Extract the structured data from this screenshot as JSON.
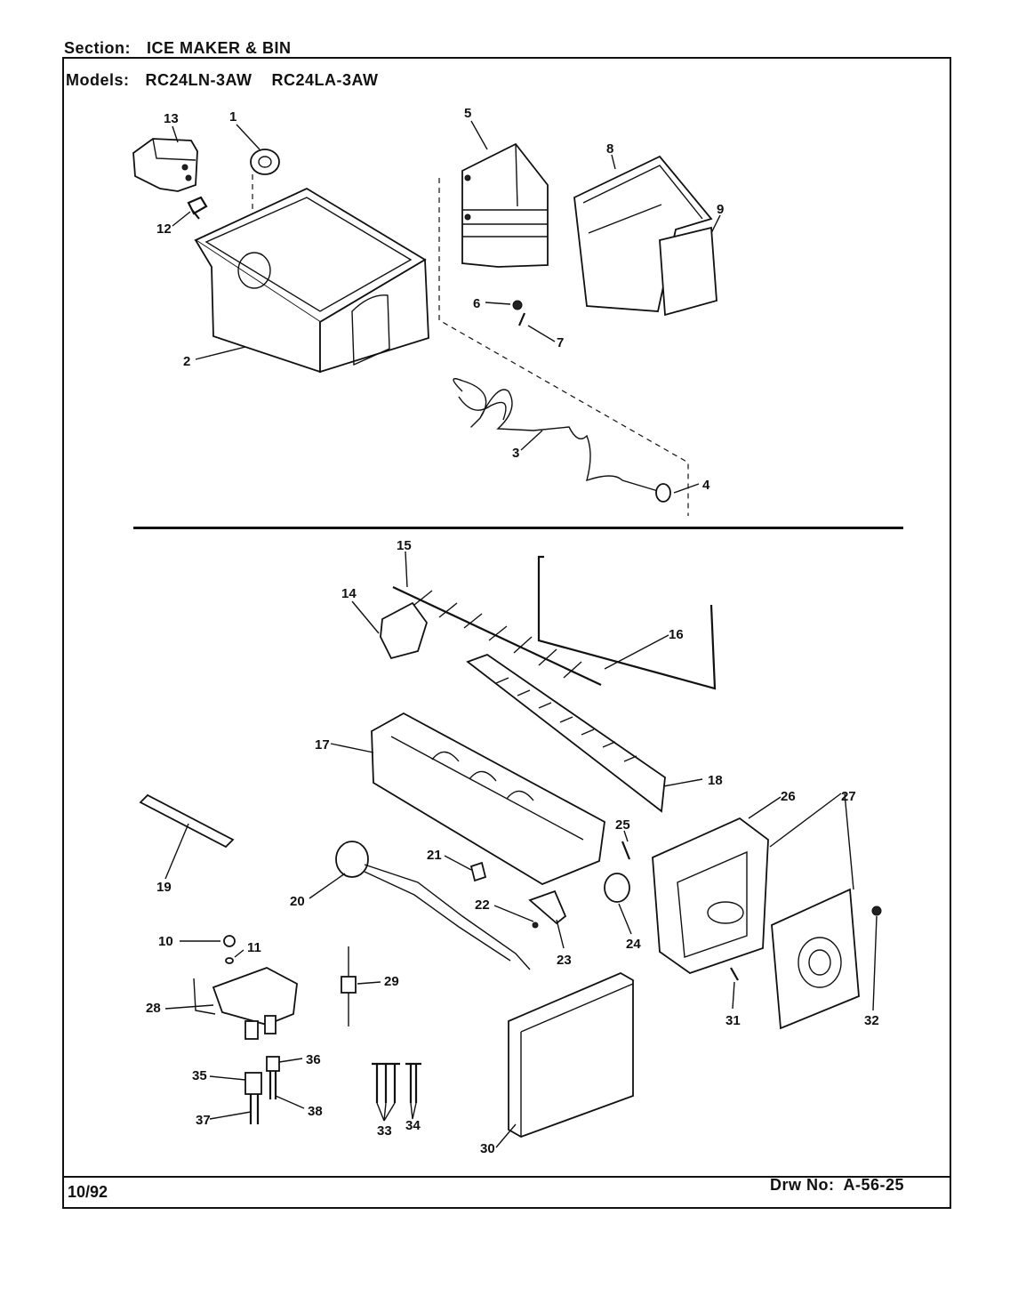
{
  "header": {
    "section_label": "Section:",
    "section_value": "ICE MAKER & BIN",
    "models_label": "Models:",
    "models": [
      "RC24LN-3AW",
      "RC24LA-3AW"
    ]
  },
  "footer": {
    "date": "10/92",
    "drawing_label": "Drw No:",
    "drawing_number": "A-56-25"
  },
  "callouts": {
    "c1": "1",
    "c2": "2",
    "c3": "3",
    "c4": "4",
    "c5": "5",
    "c6": "6",
    "c7": "7",
    "c8": "8",
    "c9": "9",
    "c10": "10",
    "c11": "11",
    "c12": "12",
    "c13": "13",
    "c14": "14",
    "c15": "15",
    "c16": "16",
    "c17": "17",
    "c18": "18",
    "c19": "19",
    "c20": "20",
    "c21": "21",
    "c22": "22",
    "c23": "23",
    "c24": "24",
    "c25": "25",
    "c26": "26",
    "c27": "27",
    "c28": "28",
    "c29": "29",
    "c30": "30",
    "c31": "31",
    "c32": "32",
    "c33": "33",
    "c34": "34",
    "c35": "35",
    "c36": "36",
    "c37": "37",
    "c38": "38"
  }
}
